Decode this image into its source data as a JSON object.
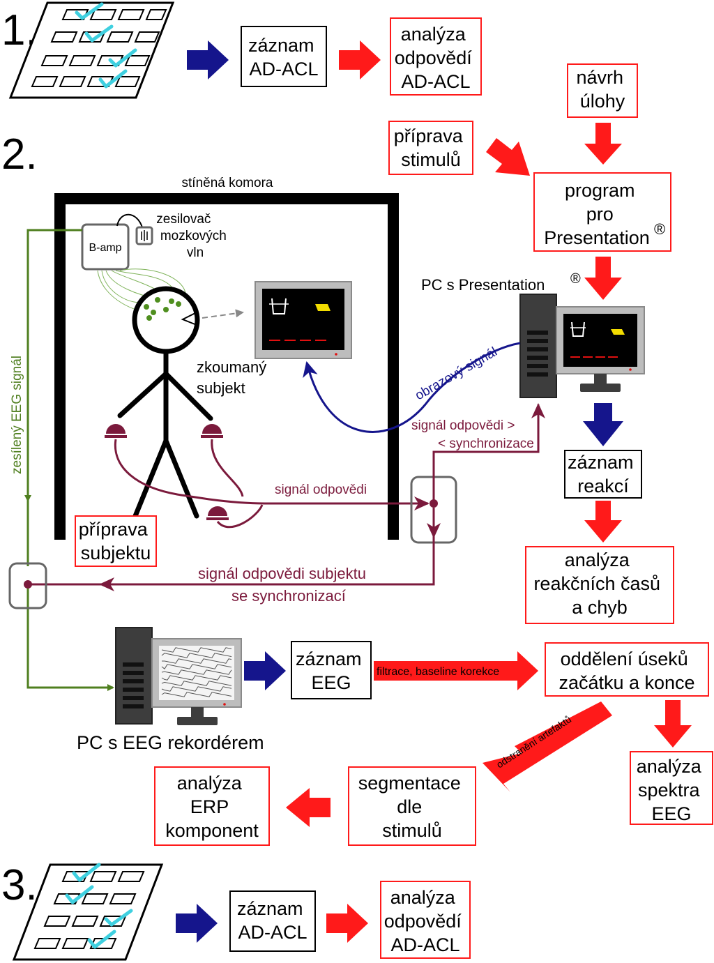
{
  "colors": {
    "red": "#ff1a1a",
    "blue": "#15158c",
    "green": "#4f7f1f",
    "maroon": "#7b1a3c",
    "gray": "#666666",
    "cyan": "#3fd0e0"
  },
  "steps": {
    "one": "1.",
    "two": "2.",
    "three": "3."
  },
  "step1": {
    "record": [
      "záznam",
      "AD-ACL"
    ],
    "analysis": [
      "analýza",
      "odpovědí",
      "AD-ACL"
    ]
  },
  "step3": {
    "record": [
      "záznam",
      "AD-ACL"
    ],
    "analysis": [
      "analýza",
      "odpovědí",
      "AD-ACL"
    ]
  },
  "presentation": {
    "task_design": [
      "návrh",
      "úlohy"
    ],
    "stimulus_prep": [
      "příprava",
      "stimulů"
    ],
    "program": [
      "program",
      "pro",
      "Presentation"
    ],
    "registered_mark": "®",
    "pc_label": "PC s Presentation",
    "reaction_record": [
      "záznam",
      "reakcí"
    ],
    "reaction_analysis": [
      "analýza",
      "reakčních časů",
      "a chyb"
    ]
  },
  "chamber": {
    "label": "stíněná komora",
    "amp_box": "B-amp",
    "amp_label": [
      "zesilovač",
      "mozkových",
      "vln"
    ],
    "subject_label": [
      "zkoumaný",
      "subjekt"
    ],
    "subject_prep": [
      "příprava",
      "subjektu"
    ]
  },
  "signals": {
    "eeg": "zesílený EEG signál",
    "video": "obrazový signál",
    "response_sync_a": "signál odpovědi >",
    "response_sync_b": "< synchronizace",
    "response": "signál odpovědi",
    "response_subject_a": "signál odpovědi subjektu",
    "response_subject_b": "se synchronizací"
  },
  "eeg": {
    "pc_label": "PC s EEG rekordérem",
    "record": [
      "záznam",
      "EEG"
    ],
    "filter_label": "filtrace, baseline korekce",
    "separation": [
      "oddělení úseků",
      "začátku a konce"
    ],
    "artifact_label": "odstranění artefaktů",
    "segmentation": [
      "segmentace",
      "dle",
      "stimulů"
    ],
    "erp": [
      "analýza",
      "ERP",
      "komponent"
    ],
    "spectrum": [
      "analýza",
      "spektra",
      "EEG"
    ]
  }
}
